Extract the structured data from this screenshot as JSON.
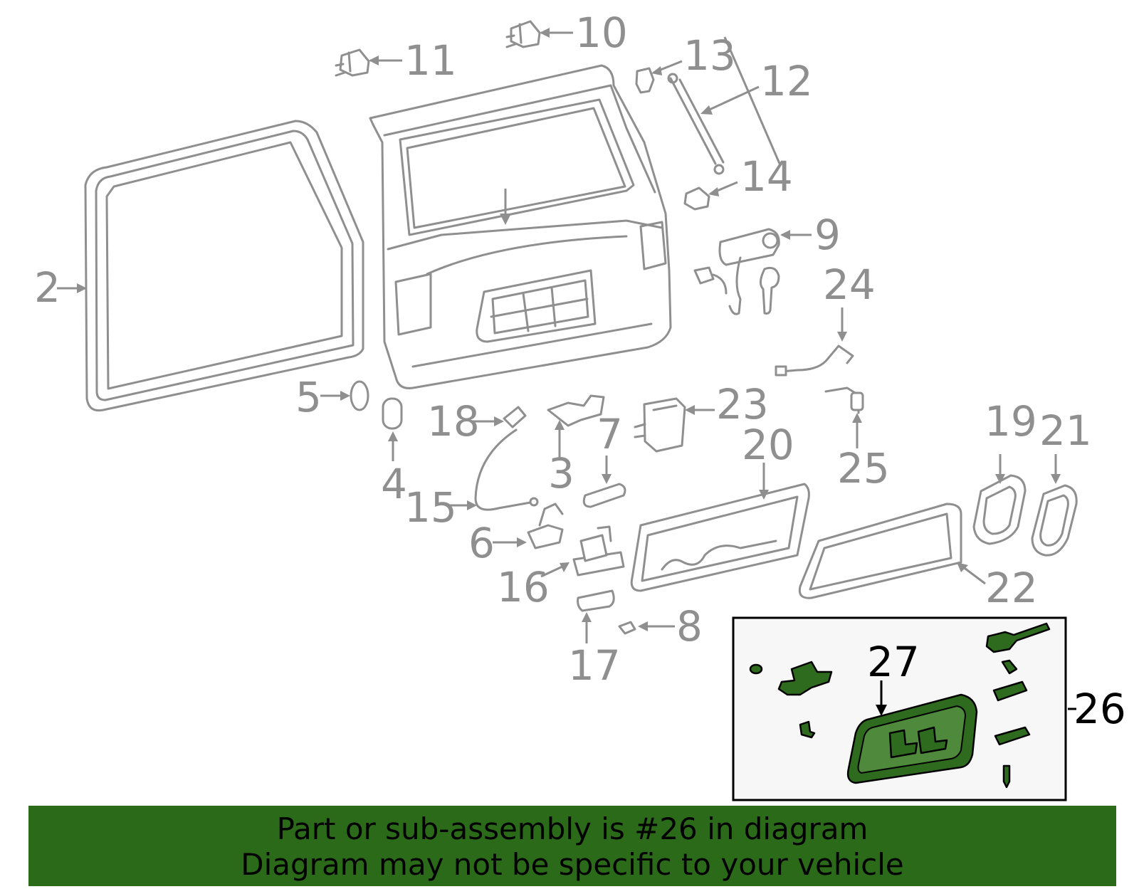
{
  "callouts": {
    "c2": "2",
    "c3": "3",
    "c4": "4",
    "c5": "5",
    "c6": "6",
    "c7": "7",
    "c8": "8",
    "c9": "9",
    "c10": "10",
    "c11": "11",
    "c12": "12",
    "c13": "13",
    "c14": "14",
    "c15": "15",
    "c16": "16",
    "c17": "17",
    "c18": "18",
    "c19": "19",
    "c20": "20",
    "c21": "21",
    "c22": "22",
    "c23": "23",
    "c24": "24",
    "c25": "25",
    "c26": "26",
    "c27": "27"
  },
  "highlight": {
    "color": "#2e6b1e",
    "part": "26"
  },
  "banner": {
    "line1": "Part or sub-assembly is #26 in diagram",
    "line2": "Diagram may not be specific to your vehicle",
    "color": "#2a6a19"
  }
}
